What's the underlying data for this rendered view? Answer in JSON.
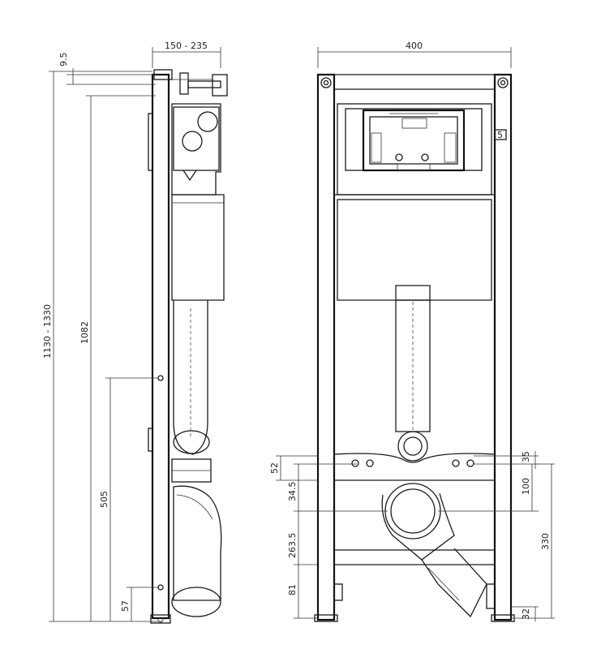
{
  "dimensions": {
    "side_width": "150 - 235",
    "front_width": "400",
    "top_offset": "9.5",
    "overall_height": "1130 - 1330",
    "height_1082": "1082",
    "height_505": "505",
    "height_57": "57",
    "dim_52": "52",
    "dim_34_5": "34.5",
    "dim_263_5": "263.5",
    "dim_81": "81",
    "dim_35": "35",
    "dim_100": "100",
    "dim_330": "330",
    "dim_32": "32"
  },
  "labels": {
    "panel_mark": "5"
  }
}
